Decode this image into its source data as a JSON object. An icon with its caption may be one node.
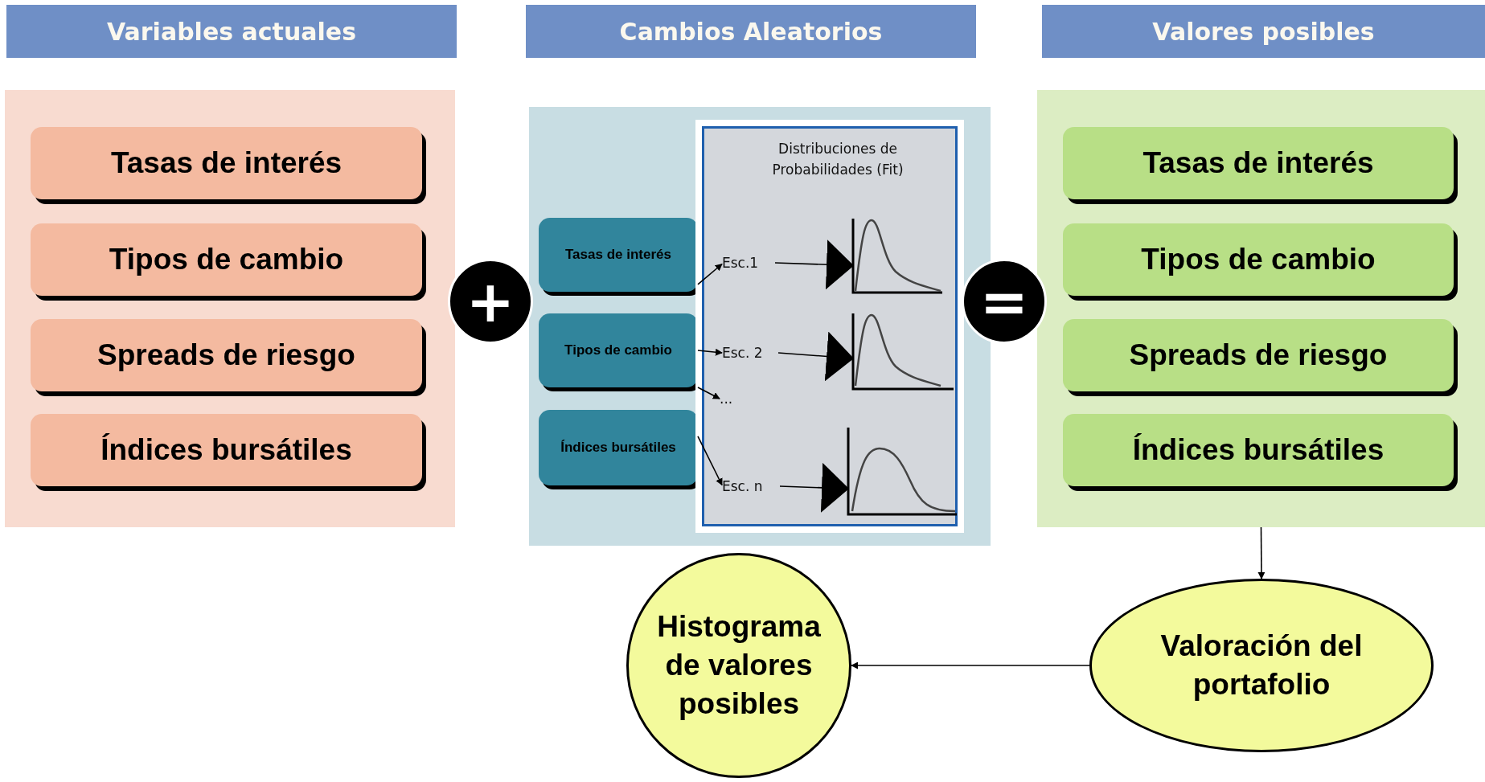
{
  "diagram": {
    "nodes": [
      {
        "text": [
          "Variables actuales"
        ]
      },
      {
        "text": [
          "Cambios Aleatorios"
        ]
      },
      {
        "text": [
          "Valores posibles"
        ]
      },
      {
        "text": [],
        "shape": "box"
      },
      {
        "text": [
          "Tasas de interés"
        ],
        "in": 3
      },
      {
        "text": [
          "Tipos de cambio"
        ],
        "in": 3
      },
      {
        "text": [
          "Spreads de riesgo"
        ],
        "in": 3
      },
      {
        "text": [
          "Índices bursátiles"
        ],
        "in": 3
      },
      {
        "text": [
          "+"
        ]
      },
      {
        "text": [],
        "shape": "box"
      },
      {
        "text": [
          "Tasas de interés"
        ],
        "in": 9
      },
      {
        "text": [
          "Tipos de cambio"
        ],
        "in": 9
      },
      {
        "text": [
          "Índices bursátiles"
        ],
        "in": 9
      },
      {
        "text": [
          "Distribuciones de Probabilidades (Fit)"
        ],
        "in": 9
      },
      {
        "text": [
          "Esc.1"
        ],
        "in": 13
      },
      {
        "text": [
          "Esc. 2"
        ],
        "in": 13
      },
      {
        "text": [
          "..."
        ],
        "in": 13
      },
      {
        "text": [
          "Esc. n"
        ],
        "in": 13
      },
      {
        "text": [],
        "shape": "picture",
        "in": 13
      },
      {
        "text": [],
        "shape": "picture",
        "in": 13
      },
      {
        "text": [],
        "shape": "picture",
        "in": 13
      },
      {
        "text": [
          "="
        ]
      },
      {
        "text": [],
        "shape": "box"
      },
      {
        "text": [
          "Tasas de interés"
        ],
        "in": 22
      },
      {
        "text": [
          "Tipos de cambio"
        ],
        "in": 22
      },
      {
        "text": [
          "Spreads de riesgo"
        ],
        "in": 22
      },
      {
        "text": [
          "Índices bursátiles"
        ],
        "in": 22
      },
      {
        "text": [
          "Valoración del portafolio"
        ]
      },
      {
        "text": [
          "Histograma de valores posibles"
        ]
      }
    ],
    "edges": [
      {
        "from": 10,
        "to": 14,
        "arrow": "to"
      },
      {
        "from": 11,
        "to": 15,
        "arrow": "to"
      },
      {
        "from": 11,
        "to": 16,
        "arrow": "to"
      },
      {
        "from": 12,
        "to": 17,
        "arrow": "to"
      },
      {
        "from": 14,
        "to": 18,
        "arrow": "to"
      },
      {
        "from": 15,
        "to": 19,
        "arrow": "to"
      },
      {
        "from": 17,
        "to": 20,
        "arrow": "to"
      },
      {
        "from": 22,
        "to": 27,
        "arrow": "to"
      },
      {
        "from": 27,
        "to": 28,
        "arrow": "to"
      }
    ]
  }
}
